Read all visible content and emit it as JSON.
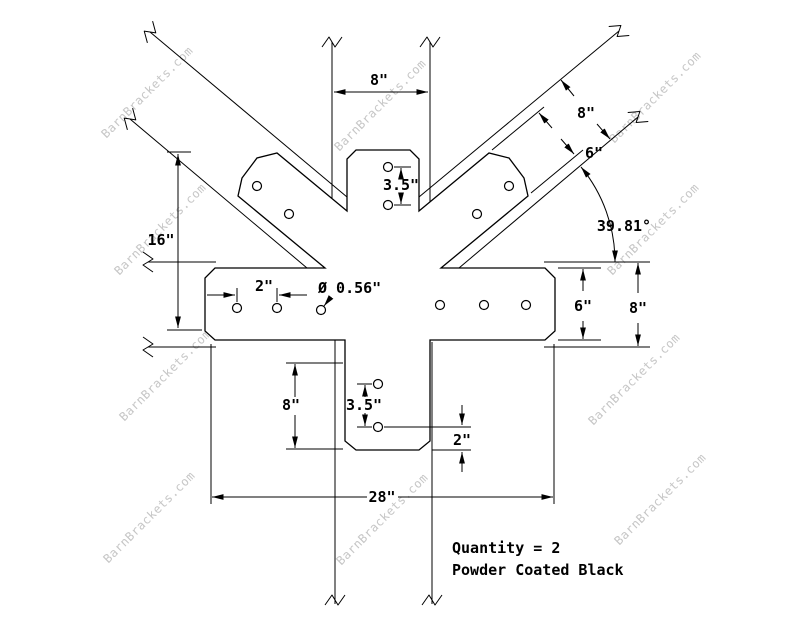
{
  "watermark": {
    "text": "BarnBrackets.com",
    "color": "#c6c6c6"
  },
  "notes": {
    "quantity": "Quantity = 2",
    "finish": "Powder Coated Black"
  },
  "dims": {
    "top_post_width": "8\"",
    "brace_width": "8\"",
    "brace_plate_width": "6\"",
    "top_hole_spacing": "3.5\"",
    "left_height": "16\"",
    "brace_angle": "39.81°",
    "left_hole_spacing": "2\"",
    "hole_diameter": "Ø 0.56\"",
    "right_plate_height": "6\"",
    "right_beam_height": "8\"",
    "bottom_offset": "8\"",
    "bottom_hole_spacing": "3.5\"",
    "bottom_edge_distance": "2\"",
    "overall_width": "28\""
  },
  "colors": {
    "line": "#000000",
    "watermark": "#c6c6c6"
  }
}
